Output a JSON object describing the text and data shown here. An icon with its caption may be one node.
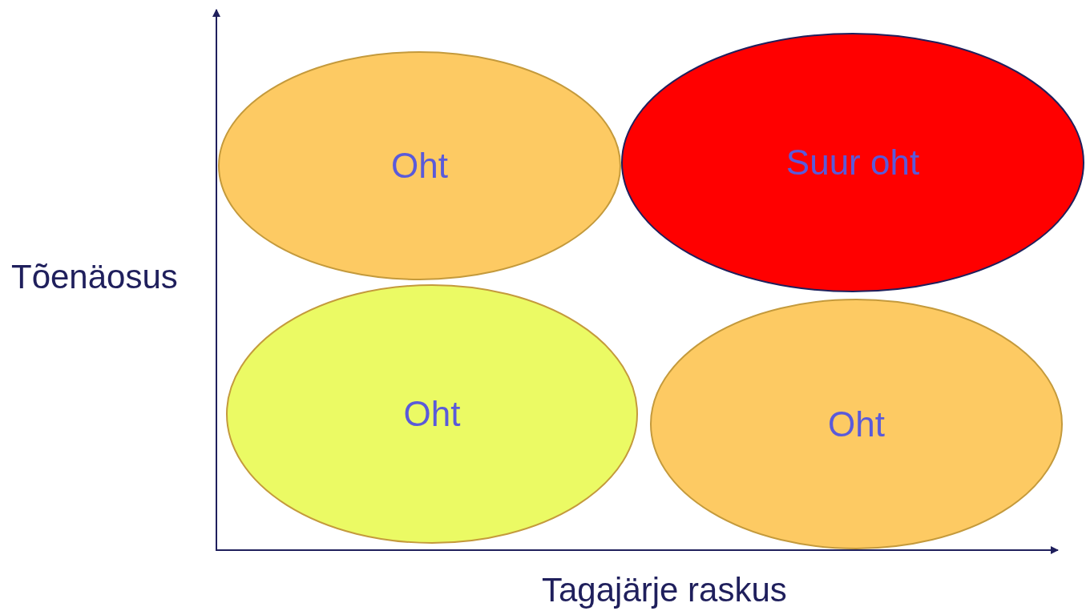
{
  "diagram": {
    "nodes": [
      {
        "text": [
          "Oht"
        ]
      },
      {
        "text": [
          "Suur oht"
        ]
      },
      {
        "text": [
          "Oht"
        ]
      },
      {
        "text": [
          "Oht"
        ]
      }
    ],
    "labels": [
      "Tõenäosus",
      "Tagajärje raskus"
    ]
  }
}
